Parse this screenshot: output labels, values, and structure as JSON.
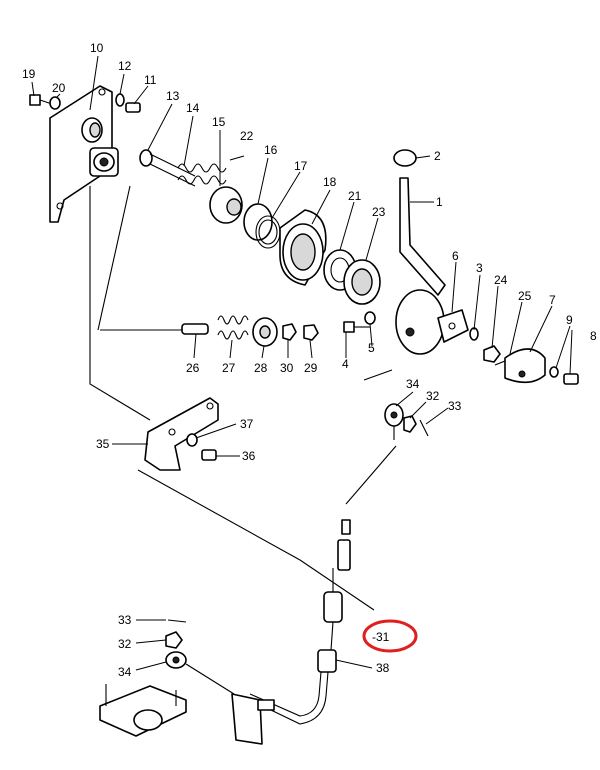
{
  "callouts": {
    "c1": "1",
    "c2": "2",
    "c3": "3",
    "c4": "4",
    "c5": "5",
    "c6": "6",
    "c7": "7",
    "c8": "8",
    "c9": "9",
    "c10": "10",
    "c11": "11",
    "c12": "12",
    "c13": "13",
    "c14": "14",
    "c15": "15",
    "c16": "16",
    "c17": "17",
    "c18": "18",
    "c19": "19",
    "c20": "20",
    "c21": "21",
    "c22": "22",
    "c23": "23",
    "c24": "24",
    "c25": "25",
    "c26": "26",
    "c27": "27",
    "c28": "28",
    "c29": "29",
    "c30": "30",
    "c31": "-31",
    "c32a": "32",
    "c32b": "32",
    "c33a": "33",
    "c33b": "33",
    "c34a": "34",
    "c34b": "34",
    "c35": "35",
    "c36": "36",
    "c37": "37",
    "c38": "38"
  },
  "highlight": {
    "color": "#e02020",
    "target": "31"
  }
}
